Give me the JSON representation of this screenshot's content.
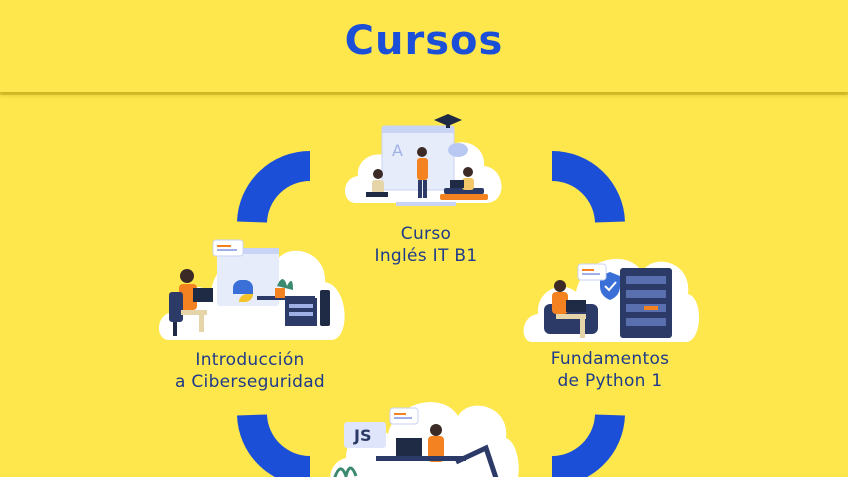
{
  "header": {
    "title": "Cursos"
  },
  "colors": {
    "background": "#fde74c",
    "accent_blue": "#1b4fd8",
    "label_blue": "#1e3a8a",
    "orange": "#f58220",
    "light_blue": "#dfe6fb"
  },
  "courses": [
    {
      "line1": "Curso",
      "line2": "Inglés IT B1",
      "icon": "english-study-illustration"
    },
    {
      "line1": "Introducción",
      "line2": "a Ciberseguridad",
      "icon": "python-developer-illustration"
    },
    {
      "line1": "Fundamentos",
      "line2": "de Python 1",
      "icon": "security-server-illustration"
    },
    {
      "icon": "javascript-developer-illustration",
      "badge": "JS"
    }
  ]
}
